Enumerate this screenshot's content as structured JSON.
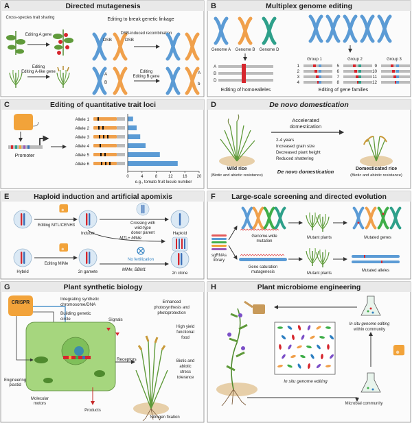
{
  "panels": {
    "A": {
      "letter": "A",
      "title": "Directed mutagenesis",
      "sharing": "Cross-species trait sharing",
      "break": "Editing to break genetic linkage",
      "edit_a_gene": "Editing A gene",
      "edit_a_like": "Editing A-like gene",
      "dsb1": "DSB",
      "dsb2": "DSB",
      "dsb_recomb": "DSB-induced recombination",
      "edit_b_gene": "Editing B gene",
      "lbl_a": "A",
      "lbl_b": "B",
      "lbl_a2": "A",
      "lbl_b2": "b"
    },
    "B": {
      "letter": "B",
      "title": "Multiplex genome editing",
      "genome_a": "Genome A",
      "genome_b": "Genome B",
      "genome_d": "Genome D",
      "row_labels": [
        "A",
        "B",
        "D"
      ],
      "homoeo": "Editing of homoealleles",
      "groups": [
        "Group 1",
        "Group 2",
        "Group 3"
      ],
      "group_numbers": [
        "1",
        "2",
        "3",
        "4",
        "5",
        "6",
        "7",
        "8",
        "9",
        "10",
        "11",
        "12"
      ],
      "families": "Editing of gene families"
    },
    "C": {
      "letter": "C",
      "title": "Editing of quantitative trait loci",
      "promoter": "Promoter",
      "alleles": [
        "Allele 1",
        "Allele 2",
        "Allele 3",
        "Allele 4",
        "Allele 5",
        "Allele 6"
      ],
      "axis_ticks": [
        "0",
        "4",
        "8",
        "12",
        "16",
        "20"
      ],
      "axis_label": "e.g., tomato fruit locule number"
    },
    "D": {
      "letter": "D",
      "title": "De novo domestication",
      "accel1": "Accelerated",
      "accel2": "domestication",
      "bullets": [
        "2-4 years",
        "Increased grain size",
        "Decreased plant height",
        "Reduced shattering"
      ],
      "wild": "Wild rice",
      "wild_sub": "(Biotic and abiotic resistance)",
      "denovo": "De novo domestication",
      "domest": "Domesticated rice",
      "domest_sub": "(Biotic and abiotic resistance)"
    },
    "E": {
      "letter": "E",
      "title": "Haploid induction and artificial apomixis",
      "edit_mtl": "Editing MTL/CENH3",
      "inducer": "Inducer",
      "cross1": "Crossing with",
      "cross2": "wild-type",
      "cross3": "donor parent",
      "haploid": "Haploid",
      "mtl_mime": "MTL+ MiMe",
      "edit_mime": "Editing MiMe",
      "hybrid": "Hybrid",
      "gamete": "2n gamete",
      "nofert": "No fertilization",
      "mime_bbm": "MiMe; BBM1",
      "clone": "2n clone"
    },
    "F": {
      "letter": "F",
      "title": "Large-scale screening and directed evolution",
      "library1": "sgRNAs",
      "library2": "library",
      "gw1": "Genome-wide",
      "gw2": "mutation",
      "mutant1": "Mutant plants",
      "mutgenes": "Mutated genes",
      "gs1": "Gene saturation",
      "gs2": "mutagenesis",
      "mutant2": "Mutant plants",
      "mutalleles": "Mutated alleles"
    },
    "G": {
      "letter": "G",
      "title": "Plant synthetic biology",
      "crispr": "CRISPR",
      "integ1": "Integrating synthetic",
      "integ2": "chromosome/DNA",
      "build1": "Building genetic",
      "build2": "circle",
      "signals": "Signals",
      "receptors": "Receptors",
      "plastid1": "Engineering",
      "plastid2": "plastid",
      "motors1": "Molecular",
      "motors2": "motors",
      "products": "Products",
      "enh1": "Enhanced",
      "enh2": "photosynthesis and",
      "enh3": "photoprotection",
      "high1": "High yield",
      "high2": "functional",
      "high3": "food",
      "biotic1": "Biotic and",
      "biotic2": "abiotic",
      "biotic3": "stress",
      "biotic4": "tolerance",
      "nitro": "Nitrogen fixation"
    },
    "H": {
      "letter": "H",
      "title": "Plant microbiome engineering",
      "insitu_comm1": "In situ genome editing",
      "insitu_comm2": "within community",
      "insitu": "In situ genome editing",
      "microbial": "Microbial community"
    }
  },
  "chart_data": {
    "type": "bar",
    "categories": [
      "Allele 1",
      "Allele 2",
      "Allele 3",
      "Allele 4",
      "Allele 5",
      "Allele 6"
    ],
    "values": [
      1.5,
      2.5,
      3.5,
      5,
      9,
      14
    ],
    "xlabel": "e.g., tomato fruit locule number",
    "xlim": [
      0,
      20
    ],
    "ticks": [
      0,
      4,
      8,
      12,
      16,
      20
    ],
    "orientation": "horizontal"
  },
  "colors": {
    "blue_chrom": "#5b9bd5",
    "orange_chrom": "#f0a04b",
    "teal_chrom": "#2ea08a",
    "green_chrom": "#3fae49",
    "title_bg": "#e9e9e9",
    "panel_bg": "#fafafa",
    "bar_blue": "#5b9bd5",
    "mark_red": "#d6262d",
    "cell_green": "#a6d67e",
    "plant_green": "#5f9a3a",
    "soil": "#e7cfa9"
  }
}
